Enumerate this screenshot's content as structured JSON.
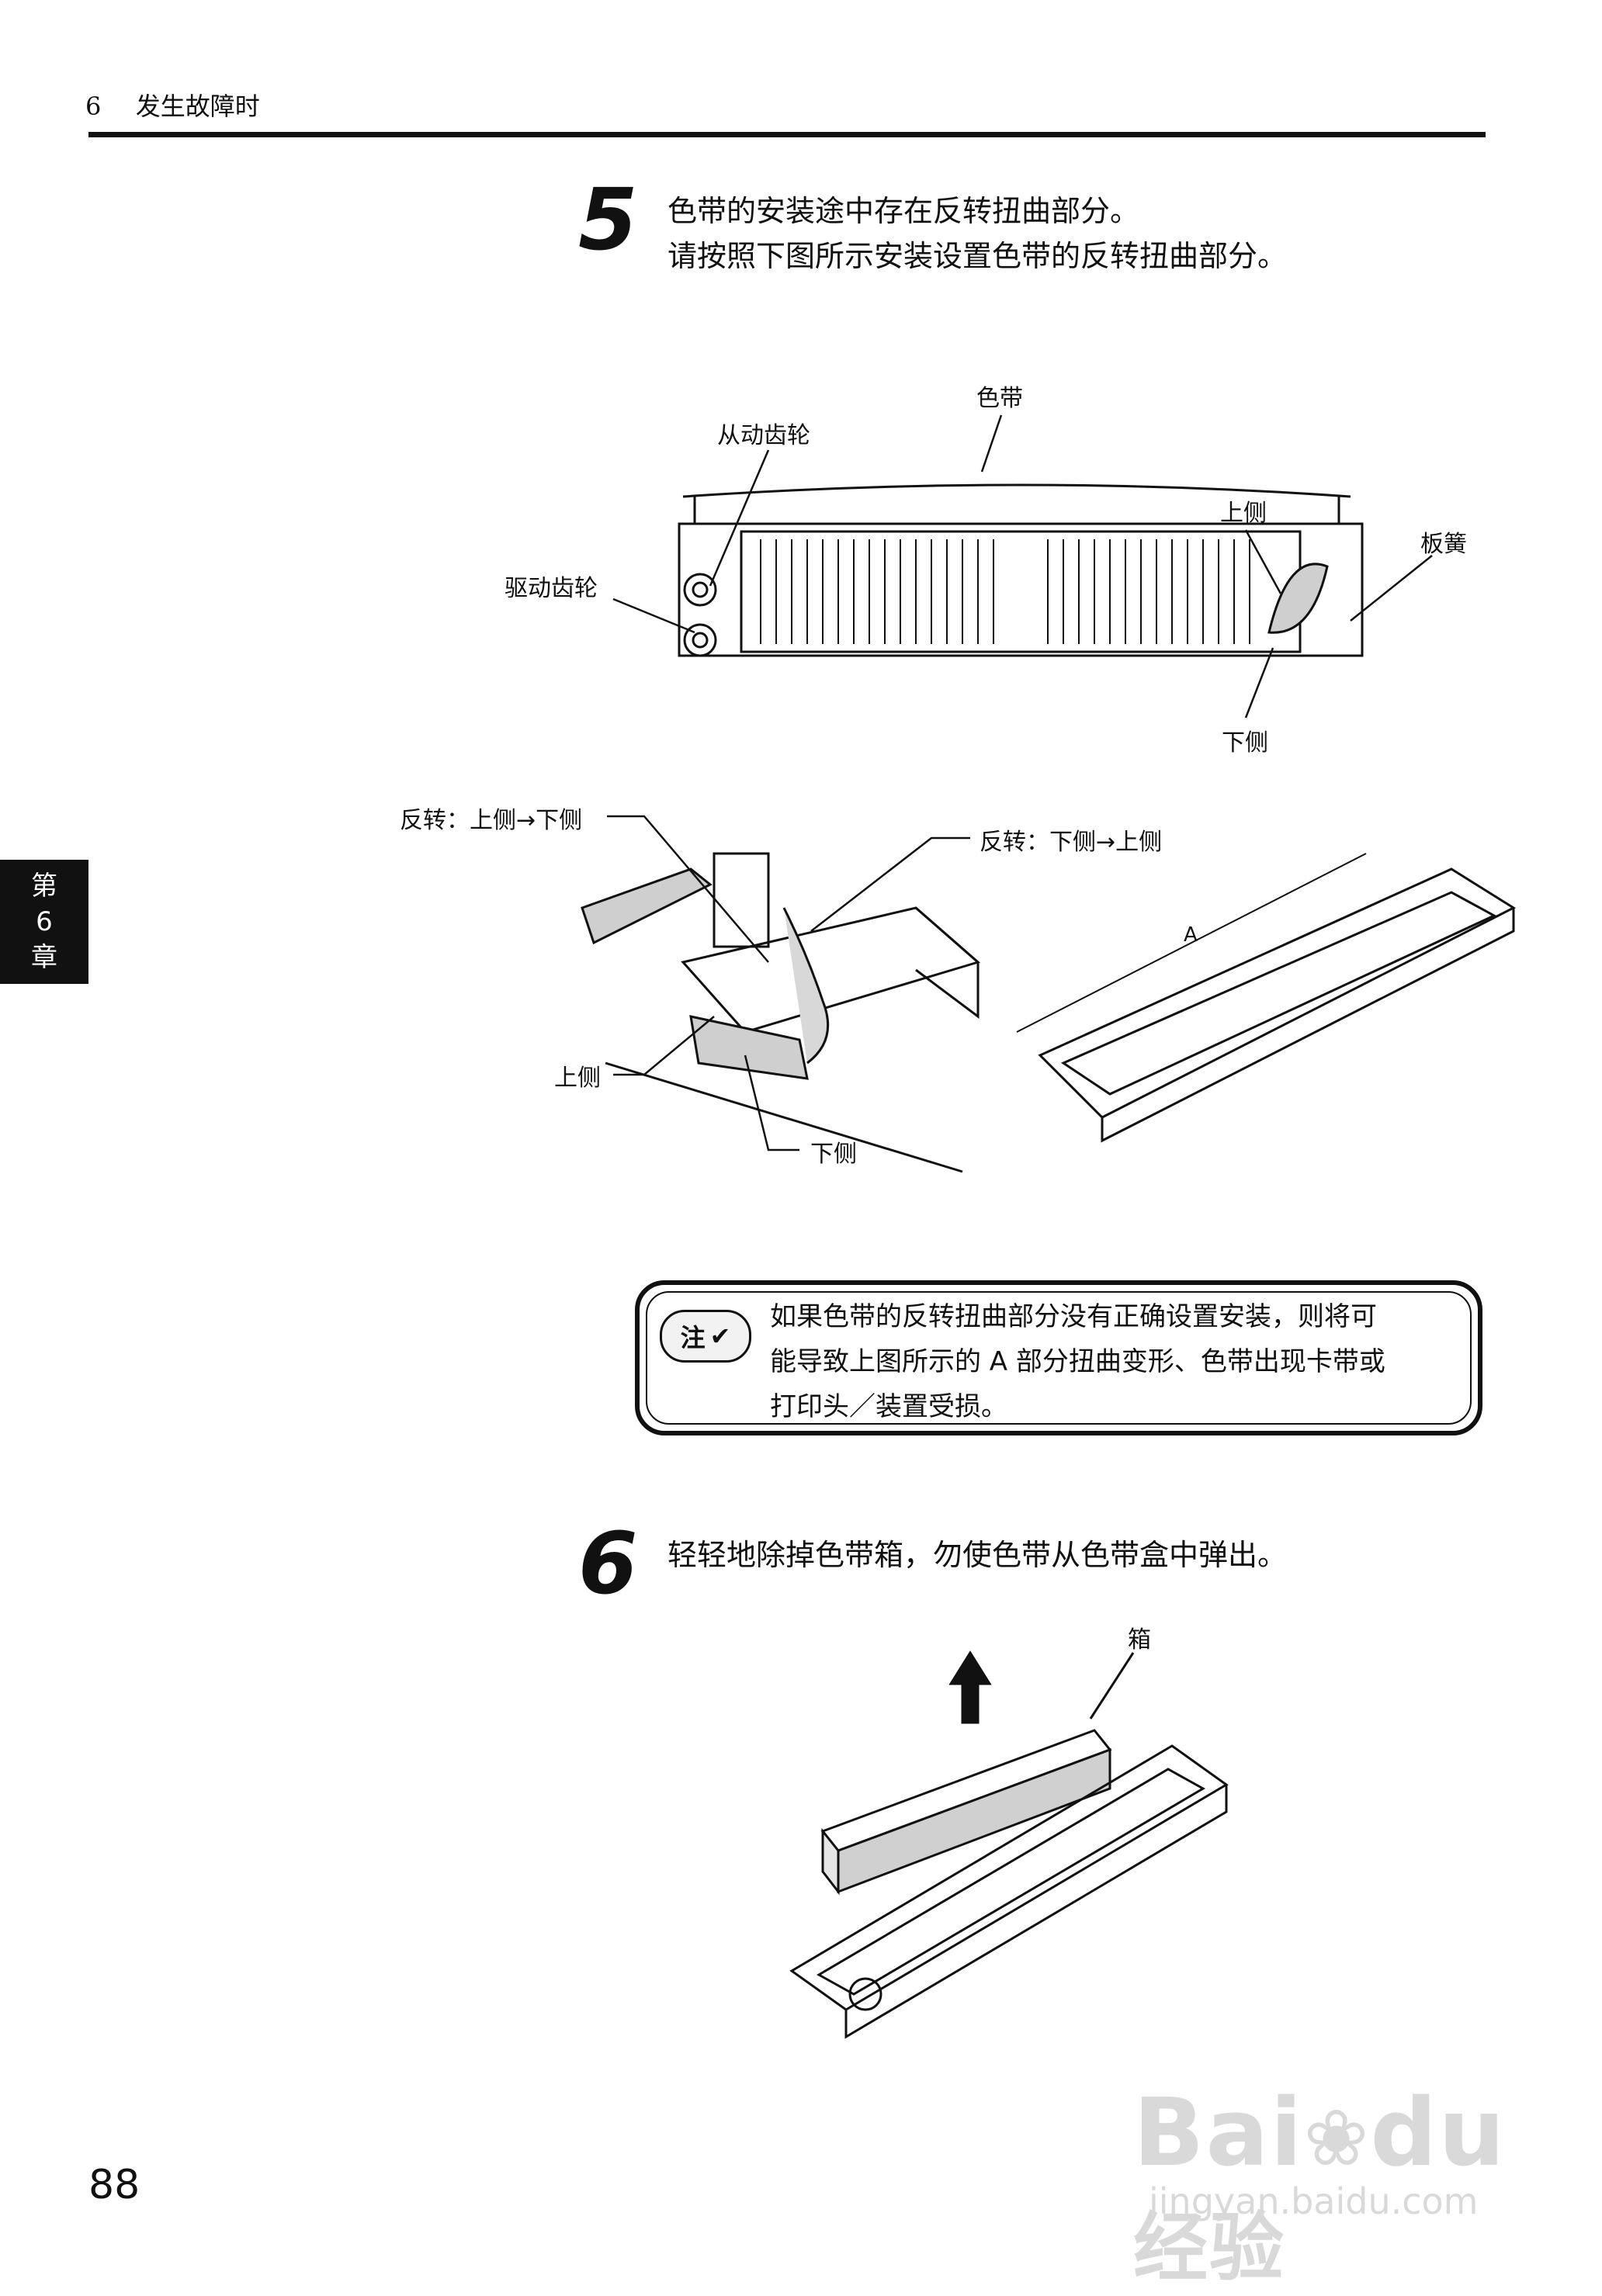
{
  "header": {
    "chapter_num": "6",
    "chapter_title": "发生故障时"
  },
  "chapter_tab": {
    "line1": "第",
    "line2": "6",
    "line3": "章"
  },
  "step5": {
    "number": "5",
    "line1": "色带的安装途中存在反转扭曲部分。",
    "line2": "请按照下图所示安装设置色带的反转扭曲部分。"
  },
  "fig1_labels": {
    "ribbon": "色带",
    "driven_gear": "从动齿轮",
    "drive_gear": "驱动齿轮",
    "upper_side": "上侧",
    "leaf_spring": "板簧",
    "lower_side": "下侧"
  },
  "fig2_labels": {
    "reverse_up_down": "反转：上侧→下侧",
    "reverse_down_up": "反转：下侧→上侧",
    "upper_side": "上侧",
    "lower_side": "下侧",
    "part_a": "A"
  },
  "note": {
    "icon_label": "注",
    "line1": "如果色带的反转扭曲部分没有正确设置安装，则将可",
    "line2": "能导致上图所示的 A 部分扭曲变形、色带出现卡带或",
    "line3": "打印头／装置受损。"
  },
  "step6": {
    "number": "6",
    "line1": "轻轻地除掉色带箱，勿使色带从色带盒中弹出。"
  },
  "fig3_labels": {
    "box": "箱"
  },
  "page_number": "88",
  "watermark": {
    "brand": "Bai",
    "brand2": "du",
    "brand_cn": "经验",
    "url": "jingyan.baidu.com"
  }
}
